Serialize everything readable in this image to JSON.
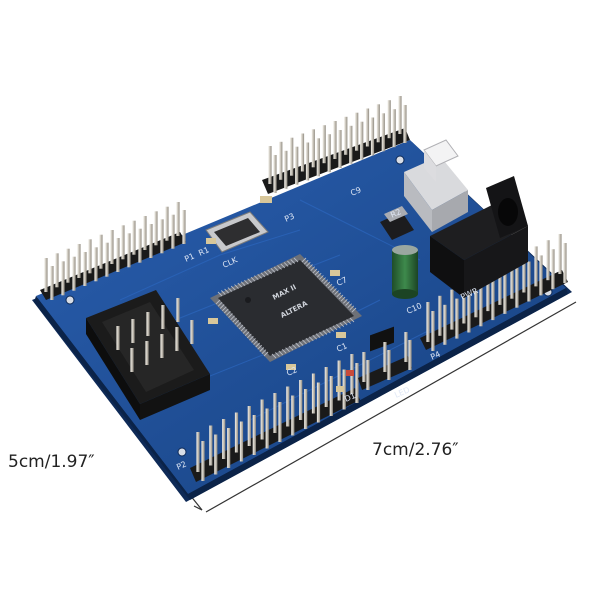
{
  "dimensions": {
    "width_label": "7cm/2.76″",
    "height_label": "5cm/1.97″"
  },
  "silkscreen": {
    "p1": "P1",
    "p2": "P2",
    "p3": "P3",
    "p4": "P4",
    "r1": "R1",
    "r2": "R2",
    "c1": "C1",
    "c2": "C2",
    "c7": "C7",
    "c9": "C9",
    "c10": "C10",
    "clk": "CLK",
    "pwr": "PWR",
    "led": "LED",
    "d1": "D1"
  },
  "chip": {
    "brand": "ALTERA",
    "series": "MAX II"
  },
  "colors": {
    "board": "#1d4f9c",
    "board_dark": "#163d7a",
    "board_edge": "#0e2a57",
    "chip": "#2a2c30",
    "header_plastic": "#1a1a1a",
    "pin": "#d9d6cf",
    "capacitor": "#2f6b3a",
    "switch": "#e8e8ea",
    "jack": "#151515"
  }
}
